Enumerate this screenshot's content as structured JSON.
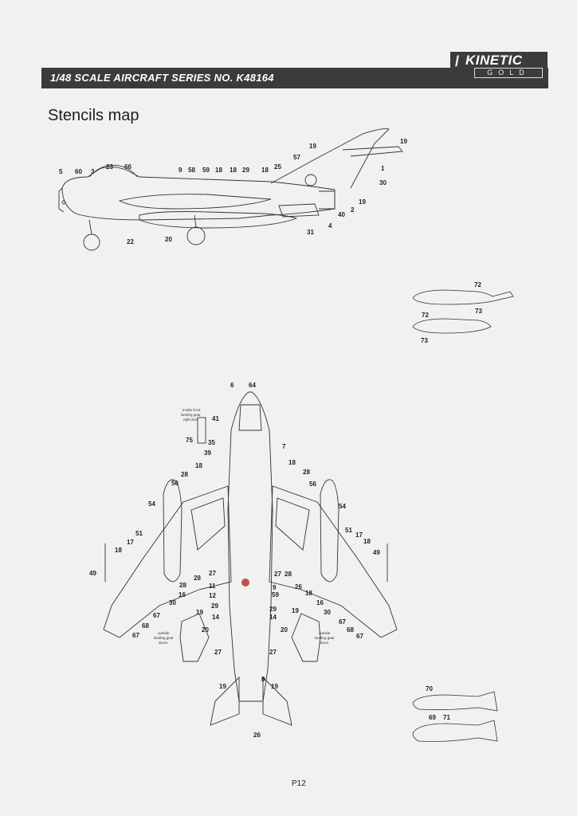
{
  "header": {
    "series_text": "1/48 SCALE  AIRCRAFT  SERIES NO. K48164",
    "logo_brand": "KINETIC",
    "logo_line": "GOLD"
  },
  "title": "Stencils map",
  "page_number": "P12",
  "side_view": {
    "callouts": [
      "5",
      "60",
      "3",
      "23",
      "66",
      "9",
      "58",
      "59",
      "18",
      "18",
      "29",
      "18",
      "25",
      "57",
      "19",
      "19",
      "1",
      "30",
      "19",
      "2",
      "40",
      "4",
      "31",
      "22",
      "20"
    ]
  },
  "tank_views": {
    "callouts": [
      "72",
      "73",
      "72",
      "73"
    ]
  },
  "plan_view": {
    "callouts_top": [
      "6",
      "64",
      "41",
      "75",
      "35",
      "39",
      "18",
      "28",
      "56",
      "54",
      "51",
      "17",
      "18",
      "49",
      "28",
      "16",
      "30",
      "67",
      "68",
      "67",
      "28",
      "27",
      "11",
      "12",
      "29",
      "14",
      "27",
      "19",
      "20",
      "19",
      "26",
      "8",
      "7",
      "18",
      "28",
      "56",
      "54",
      "51",
      "17",
      "18",
      "49",
      "27",
      "28",
      "9",
      "59",
      "29",
      "14",
      "26",
      "18",
      "16",
      "30",
      "67",
      "68",
      "67",
      "20",
      "19",
      "27",
      "19"
    ],
    "note_inside_door": [
      "Inside front",
      "landing gear",
      "right door"
    ],
    "note_outside_left": [
      "outside",
      "landing gear",
      "doors"
    ],
    "note_outside_right": [
      "outside",
      "landing gear",
      "doors"
    ]
  },
  "bomb_views": {
    "callouts": [
      "70",
      "69",
      "71"
    ]
  }
}
